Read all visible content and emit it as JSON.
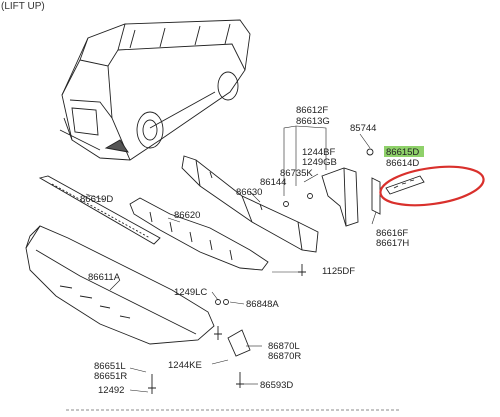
{
  "header": {
    "caption": "(LIFT UP)"
  },
  "labels": {
    "p86612F": "86612F",
    "p86613G": "86613G",
    "p85744": "85744",
    "p1244BF": "1244BF",
    "p1249GB": "1249GB",
    "p86615D": "86615D",
    "p86614D": "86614D",
    "p86735K": "86735K",
    "p86144": "86144",
    "p86630": "86630",
    "p86619D": "86619D",
    "p86620": "86620",
    "p86616F": "86616F",
    "p86617H": "86617H",
    "p1125DF": "1125DF",
    "p86611A": "86611A",
    "p1249LC": "1249LC",
    "p86848A": "86848A",
    "p86870L": "86870L",
    "p86870R": "86870R",
    "p86651L": "86651L",
    "p86651R": "86651R",
    "p1244KE": "1244KE",
    "p86593D": "86593D",
    "p12492": "12492"
  },
  "highlight": {
    "part": "86615D",
    "color": "#8fd16a",
    "circle_color": "#d9302c"
  }
}
